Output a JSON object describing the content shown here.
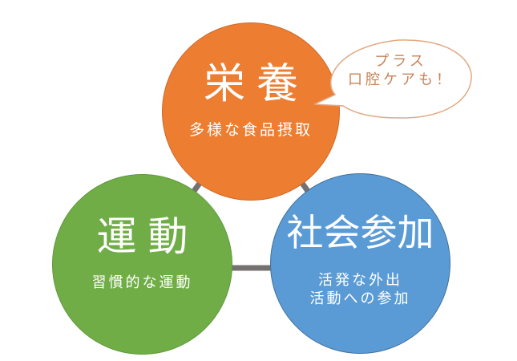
{
  "diagram": {
    "nutrition": {
      "title": "栄養",
      "subtitle": "多様な食品摂取",
      "color": "#ed7d31"
    },
    "exercise": {
      "title": "運動",
      "subtitle": "習慣的な運動",
      "color": "#70ad47"
    },
    "social": {
      "title": "社会参加",
      "subtitle_line1": "活発な外出",
      "subtitle_line2": "活動への参加",
      "color": "#5b9bd5"
    },
    "callout": {
      "line1": "プラス",
      "line2": "口腔ケアも！",
      "border_color": "#e2a882",
      "text_color": "#c6855a"
    },
    "connector_color": "#767171"
  }
}
